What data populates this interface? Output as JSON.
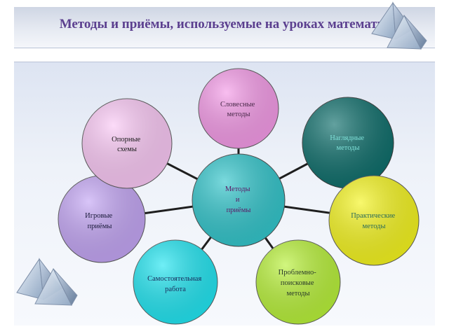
{
  "title": "Методы и приёмы, используемые  на уроках математики.",
  "diagram": {
    "center": {
      "lines": [
        "Методы",
        "и",
        "приёмы"
      ],
      "fill": "#33c6cc",
      "text_color": "#5b1a66"
    },
    "nodes": [
      {
        "id": "slovesnye",
        "lines": [
          "Словесные",
          "методы"
        ],
        "fill": "#f59be8",
        "text_color": "#4a2a4a"
      },
      {
        "id": "naglyadnye",
        "lines": [
          "Наглядные",
          "методы"
        ],
        "fill": "#0f6f6c",
        "text_color": "#7fe0d8"
      },
      {
        "id": "prakticheskie",
        "lines": [
          "Практические",
          "методы"
        ],
        "fill": "#f5f51f",
        "text_color": "#2a6b5a"
      },
      {
        "id": "problemno",
        "lines": [
          "Проблемно-",
          "поисковые",
          "методы"
        ],
        "fill": "#b9f23a",
        "text_color": "#2a3a2a"
      },
      {
        "id": "samostoyatelnaya",
        "lines": [
          "Самостоятельная",
          "работа"
        ],
        "fill": "#22e6f2",
        "text_color": "#1a2a5a"
      },
      {
        "id": "igrovye",
        "lines": [
          "Игровые",
          "приёмы"
        ],
        "fill": "#c4a6f5",
        "text_color": "#1a1a3a"
      },
      {
        "id": "opornye",
        "lines": [
          "Опорные",
          "схемы"
        ],
        "fill": "#fbc9f6",
        "text_color": "#1a1a1a"
      }
    ],
    "connector_color": "#1e1e1e"
  },
  "decor": {
    "pyramid_icon": "pyramid-icon"
  }
}
